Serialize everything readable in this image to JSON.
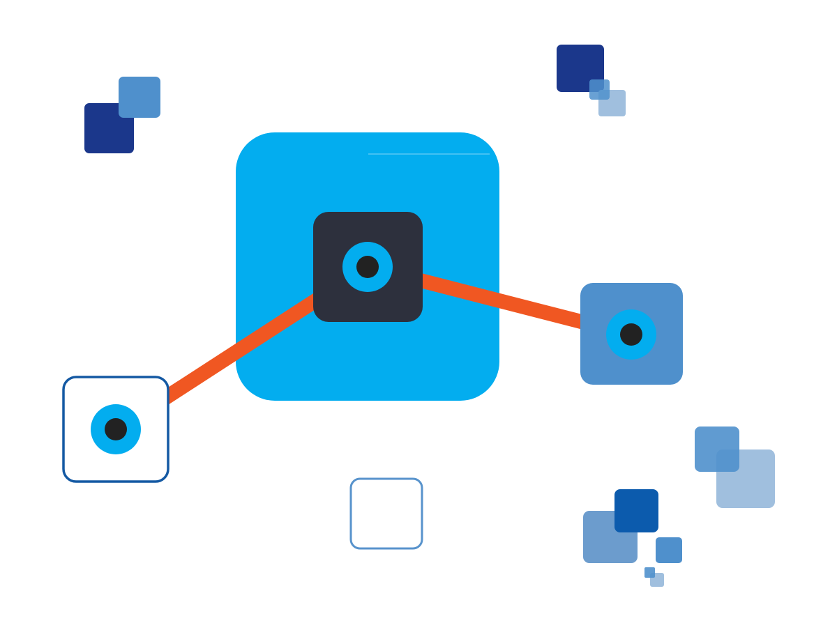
{
  "colors": {
    "background": "#ffffff",
    "bright_blue": "#03adef",
    "mid_blue": "#4f90cc",
    "navy": "#1b378b",
    "royal_blue": "#0c5bad",
    "light_blue": "#a0bfde",
    "steel_blue": "#6c9ccd",
    "dark_slate": "#2d303d",
    "orange": "#f05722",
    "dot_black": "#222222",
    "outline_blue": "#1459a3",
    "outline_light_blue": "#5893cc"
  },
  "diagram": {
    "nodes": [
      {
        "id": "central-node",
        "style": "dark-square-on-large-blue-panel",
        "has_dot": true
      },
      {
        "id": "left-node",
        "style": "outlined-square",
        "has_dot": true
      },
      {
        "id": "right-node",
        "style": "filled-blue-square",
        "has_dot": true
      }
    ],
    "edges": [
      {
        "from": "left-node",
        "to": "central-node",
        "color": "orange"
      },
      {
        "from": "central-node",
        "to": "right-node",
        "color": "orange"
      }
    ],
    "decorations": [
      "top-left-square-pair",
      "top-right-square-cluster",
      "bottom-center-empty-square",
      "bottom-right-square-cluster"
    ]
  }
}
